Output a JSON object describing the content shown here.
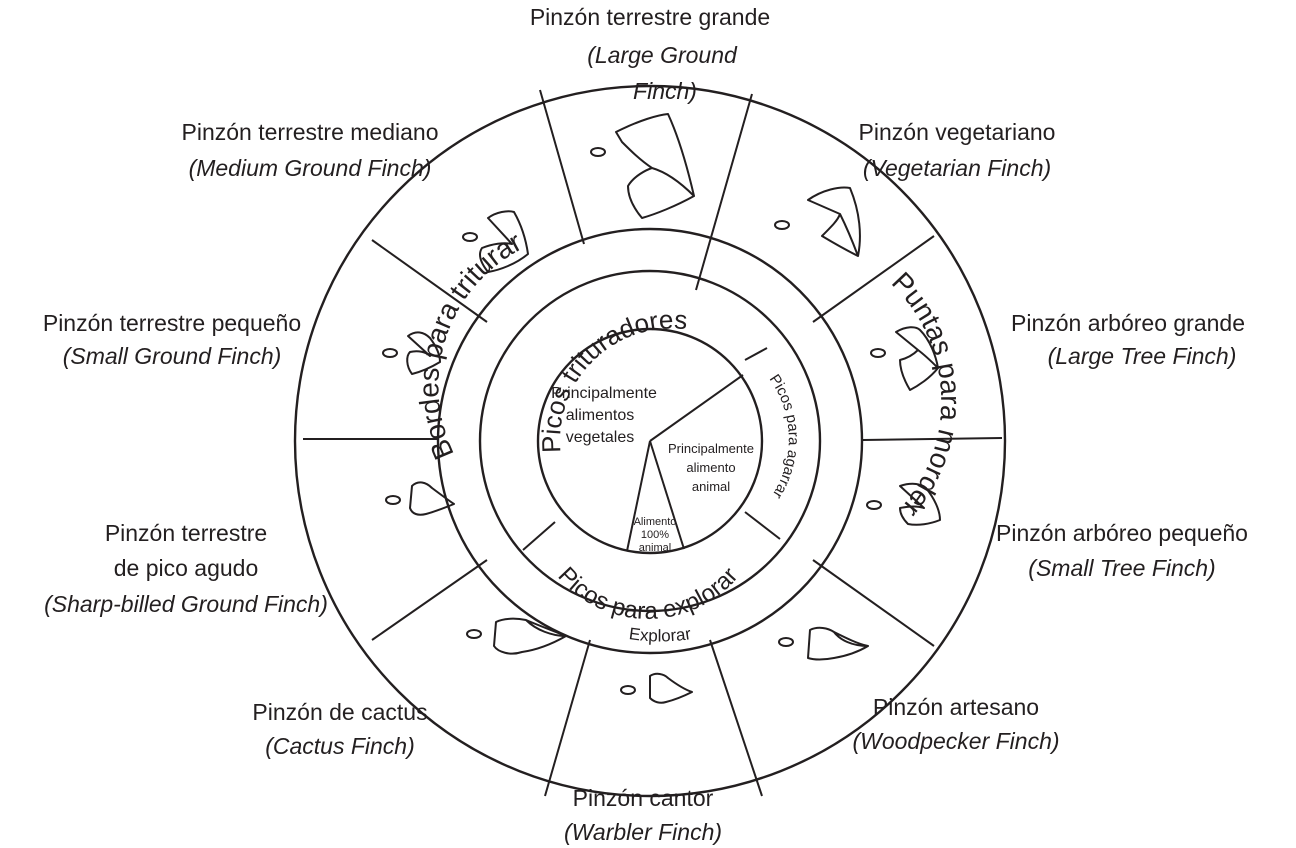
{
  "finches": [
    {
      "id": "large-ground",
      "line1": "Pinzón terrestre grande",
      "line2": "(Large Ground",
      "line3": "Finch)"
    },
    {
      "id": "vegetarian",
      "line1": "Pinzón vegetariano",
      "line2": "(Vegetarian Finch)"
    },
    {
      "id": "large-tree",
      "line1": "Pinzón  arbóreo grande",
      "line2": "(Large Tree Finch)"
    },
    {
      "id": "small-tree",
      "line1": "Pinzón arbóreo pequeño",
      "line2": "(Small Tree Finch)"
    },
    {
      "id": "woodpecker",
      "line1": "Pinzón artesano",
      "line2": "(Woodpecker Finch)"
    },
    {
      "id": "warbler",
      "line1": "Pinzón cantor",
      "line2": "(Warbler Finch)"
    },
    {
      "id": "cactus",
      "line1": "Pinzón de cactus",
      "line2": "(Cactus Finch)"
    },
    {
      "id": "sharp-billed",
      "line1": "Pinzón terrestre",
      "line2": "de pico agudo",
      "line3": "(Sharp-billed Ground Finch)"
    },
    {
      "id": "small-ground",
      "line1": "Pinzón terrestre pequeño",
      "line2": "(Small Ground Finch)"
    },
    {
      "id": "medium-ground",
      "line1": "Pinzón terrestre mediano",
      "line2": "(Medium Ground Finch)"
    }
  ],
  "rings": {
    "outer_left": "Bordes para triturar",
    "outer_right": "Puntas para morder",
    "inner_top": "Picos trituradores",
    "inner_bottom": "Picos para explorar",
    "inner_right": "Picos para agarrar",
    "band_bottom": "Explorar"
  },
  "center": {
    "plant_1": "Principalmente",
    "plant_2": "alimentos",
    "plant_3": "vegetales",
    "animal_1": "Principalmente",
    "animal_2": "alimento",
    "animal_3": "animal",
    "full_1": "Alimento",
    "full_2": "100%",
    "full_3": "animal"
  }
}
